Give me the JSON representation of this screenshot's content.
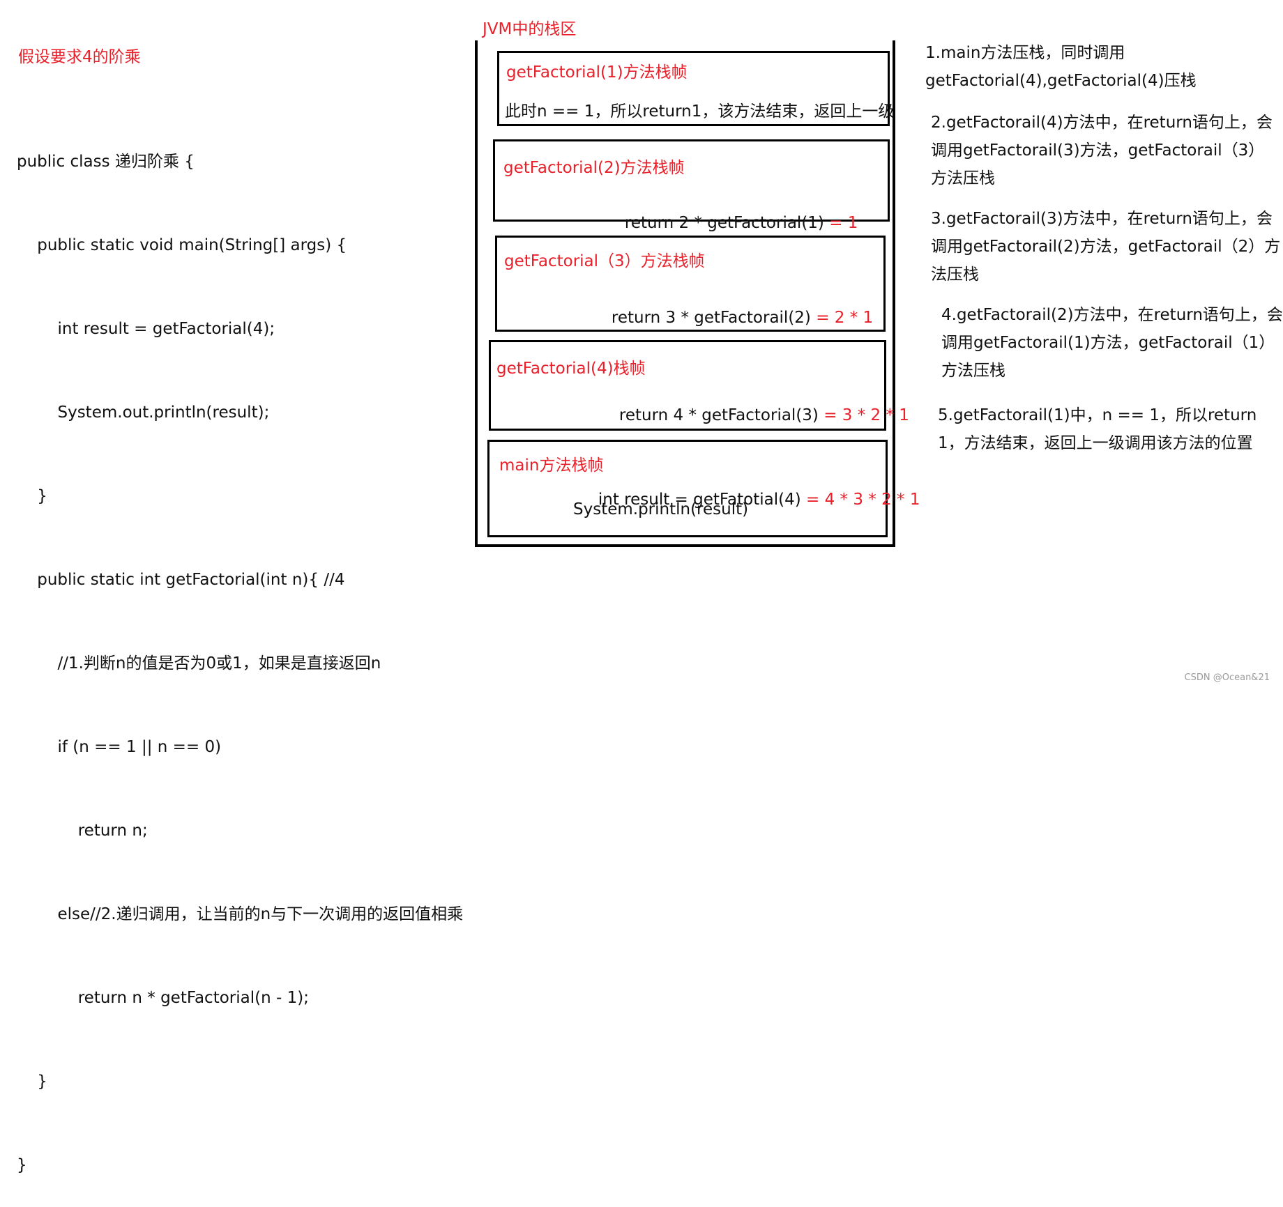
{
  "assumption": "假设要求4的阶乘",
  "code_lines": [
    "public class 递归阶乘 {",
    "    public static void main(String[] args) {",
    "        int result = getFactorial(4);",
    "        System.out.println(result);",
    "    }",
    "    public static int getFactorial(int n){ //4",
    "        //1.判断n的值是否为0或1，如果是直接返回n",
    "        if (n == 1 || n == 0)",
    "            return n;",
    "        else//2.递归调用，让当前的n与下一次调用的返回值相乘",
    "            return n * getFactorial(n - 1);",
    "    }",
    "}"
  ],
  "stack": {
    "title": "JVM中的栈区",
    "frames": [
      {
        "title": "getFactorial(1)方法栈帧",
        "line": "此时n == 1，所以return1，该方法结束，返回上一级",
        "result": "",
        "line2": ""
      },
      {
        "title": "getFactorial(2)方法栈帧",
        "line": "return 2 * getFactorial(1)",
        "result": " = 1",
        "line2": ""
      },
      {
        "title": "getFactorial（3）方法栈帧",
        "line": "return 3 * getFactorail(2)",
        "result": " = 2 * 1",
        "line2": ""
      },
      {
        "title": "getFactorial(4)栈帧",
        "line": "return 4 * getFactorial(3)",
        "result": " = 3 * 2 * 1",
        "line2": ""
      },
      {
        "title": "main方法栈帧",
        "line": "int result = getFatotial(4)",
        "result": " = 4 * 3 * 2 * 1",
        "line2": "System.println(result)"
      }
    ]
  },
  "notes": [
    {
      "lines": [
        "1.main方法压栈，同时调用",
        "getFactorial(4),getFactorial(4)压栈"
      ]
    },
    {
      "lines": [
        "2.getFactorail(4)方法中，在return语句上，会",
        "调用getFactorail(3)方法，getFactorail（3）",
        "方法压栈"
      ]
    },
    {
      "lines": [
        "3.getFactorail(3)方法中，在return语句上，会",
        "调用getFactorail(2)方法，getFactorail（2）方",
        "法压栈"
      ]
    },
    {
      "lines": [
        "4.getFactorail(2)方法中，在return语句上，会",
        "调用getFactorail(1)方法，getFactorail（1）",
        "方法压栈"
      ]
    },
    {
      "lines": [
        "5.getFactorail(1)中，n == 1，所以return",
        "1，方法结束，返回上一级调用该方法的位置"
      ]
    }
  ],
  "credit": "CSDN @Ocean&21",
  "colors": {
    "accent": "#e8202a",
    "text": "#111111",
    "border": "#000000"
  }
}
